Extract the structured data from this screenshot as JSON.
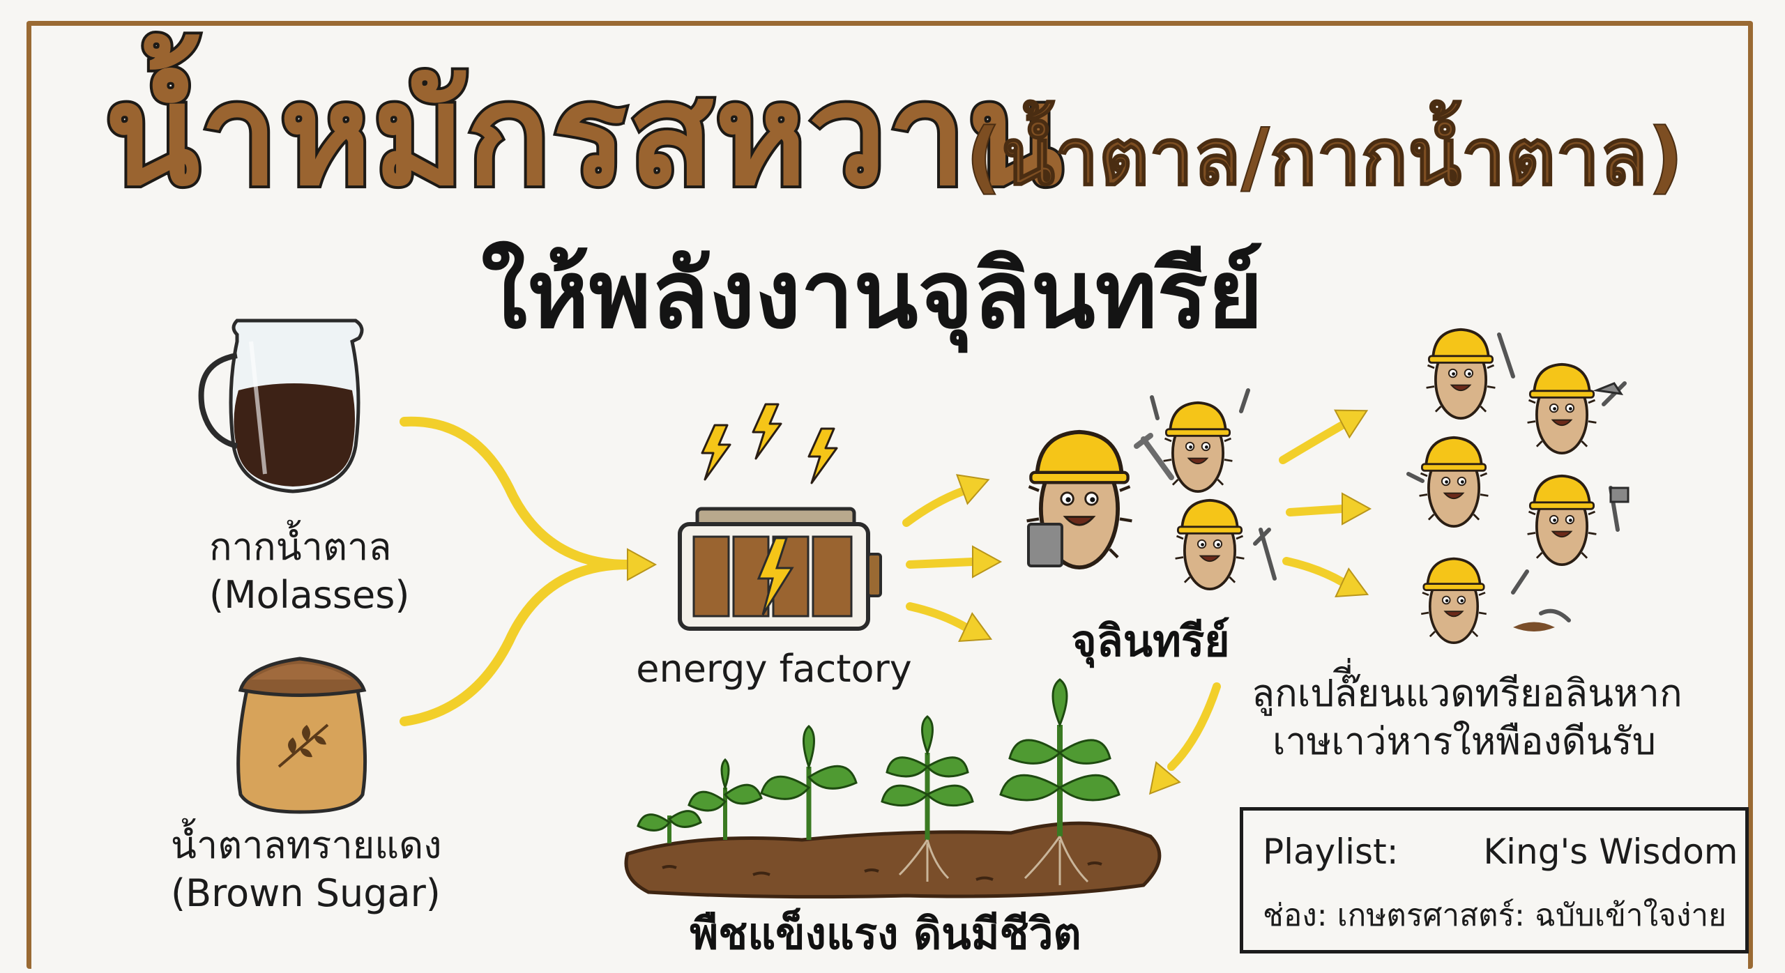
{
  "title": {
    "main": "น้ำหมักรสหวาน",
    "paren": "(น้ำตาล/กากน้ำตาล)",
    "subtitle": "ให้พลังงานจุลินทรีย์"
  },
  "inputs": [
    {
      "thai": "กากน้ำตาล",
      "english": "(Molasses)"
    },
    {
      "thai": "น้ำตาลทรายแดง",
      "english": "(Brown Sugar)"
    }
  ],
  "factory_label": "energy factory",
  "microbe_label": "จุลินทรีย์",
  "multiply_caption": {
    "line1": "ลูกเปล๊ี่ยนแวดทรียอลินหาก",
    "line2": "เาษเาว่หารใหพืองดีนรับ"
  },
  "result_label": "พืชแข็งแรง ดินมีชีวิต",
  "playlist": {
    "prefix": "Playlist:",
    "name": "King's Wisdom",
    "channel": "ช่อง: เกษตรศาสตร์: ฉบับเข้าใจง่าย"
  },
  "colors": {
    "title_brown": "#9a6430",
    "frame_brown": "#9a6a33",
    "arrow_yellow": "#f2cf2a",
    "helmet_yellow": "#f5c518",
    "microbe_tan": "#d9b48a",
    "soil_brown": "#7a4e2a",
    "leaf_green": "#4f9a32"
  },
  "icons": [
    "pitcher-icon",
    "sugar-sack-icon",
    "battery-icon",
    "lightning-icon",
    "microbe-worker-icon",
    "crown-icon",
    "seedling-icon"
  ]
}
